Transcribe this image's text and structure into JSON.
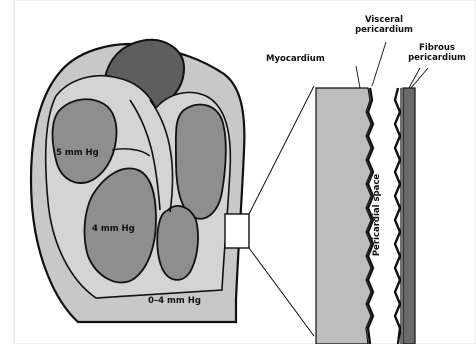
{
  "labels": {
    "myocardium": "Myocardium",
    "visceral_pericardium": "Visceral pericardium",
    "fibrous_pericardium": "Fibrous pericardium",
    "pericardial_space": "Pericardial space",
    "atrium_pressure": "5 mm Hg",
    "ventricle_pressure": "4 mm Hg",
    "pericardial_pressure": "0–4 mm Hg"
  },
  "colors": {
    "outer_gray": "#c8c8c8",
    "chamber_gray": "#8e8e8e",
    "dark_gray": "#5e5e5e",
    "outline": "#111111",
    "myocardium_band": "#bdbdbd",
    "fibrous_band": "#6a6a6a"
  }
}
